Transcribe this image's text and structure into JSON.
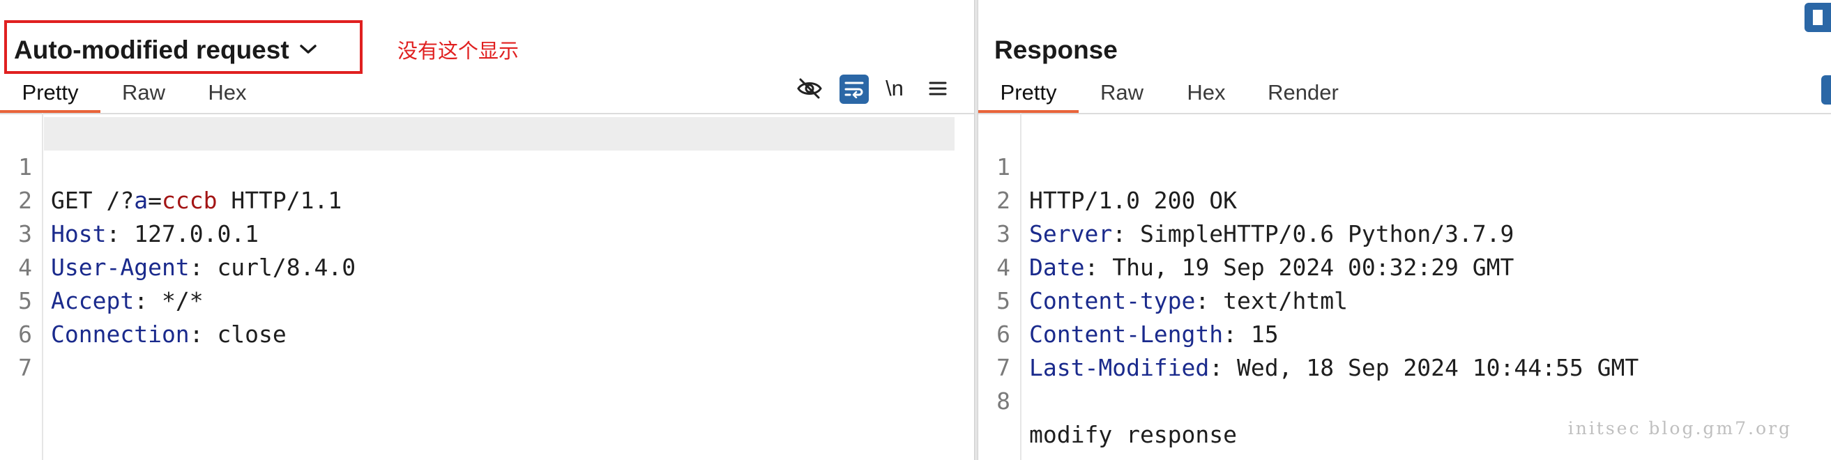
{
  "request": {
    "title": "Auto-modified request",
    "annotation": "没有这个显示",
    "tabs": [
      {
        "label": "Pretty",
        "active": true
      },
      {
        "label": "Raw",
        "active": false
      },
      {
        "label": "Hex",
        "active": false
      }
    ],
    "toolbar": {
      "hide_icon": "eye-slash-icon",
      "wrap_icon": "word-wrap-icon",
      "newline_label": "\\n",
      "menu_icon": "hamburger-menu-icon"
    },
    "line_numbers": [
      "1",
      "2",
      "3",
      "4",
      "5",
      "6",
      "7"
    ],
    "request_line": {
      "method": "GET /?",
      "param_name": "a",
      "equals": "=",
      "param_value": "cccb",
      "version": " HTTP/1.1"
    },
    "headers": [
      {
        "name": "Host",
        "sep": ": ",
        "value": "127.0.0.1"
      },
      {
        "name": "User-Agent",
        "sep": ": ",
        "value": "curl/8.4.0"
      },
      {
        "name": "Accept",
        "sep": ": ",
        "value": "*/*"
      },
      {
        "name": "Connection",
        "sep": ": ",
        "value": "close"
      }
    ]
  },
  "response": {
    "title": "Response",
    "tabs": [
      {
        "label": "Pretty",
        "active": true
      },
      {
        "label": "Raw",
        "active": false
      },
      {
        "label": "Hex",
        "active": false
      },
      {
        "label": "Render",
        "active": false
      }
    ],
    "line_numbers": [
      "1",
      "2",
      "3",
      "4",
      "5",
      "6",
      "7",
      "8"
    ],
    "status_line": "HTTP/1.0 200 OK",
    "headers": [
      {
        "name": "Server",
        "sep": ": ",
        "value": "SimpleHTTP/0.6 Python/3.7.9"
      },
      {
        "name": "Date",
        "sep": ": ",
        "value": "Thu, 19 Sep 2024 00:32:29 GMT"
      },
      {
        "name": "Content-type",
        "sep": ": ",
        "value": "text/html"
      },
      {
        "name": "Content-Length",
        "sep": ": ",
        "value": "15"
      },
      {
        "name": "Last-Modified",
        "sep": ": ",
        "value": "Wed, 18 Sep 2024 10:44:55 GMT"
      }
    ],
    "body": "modify response"
  },
  "watermark": "initsec blog.gm7.org",
  "colors": {
    "accent_tab": "#e8643a",
    "header_name": "#1a2a8c",
    "param_value": "#a31515",
    "annotation_red": "#e02020",
    "toolbar_blue": "#2b67a6"
  }
}
